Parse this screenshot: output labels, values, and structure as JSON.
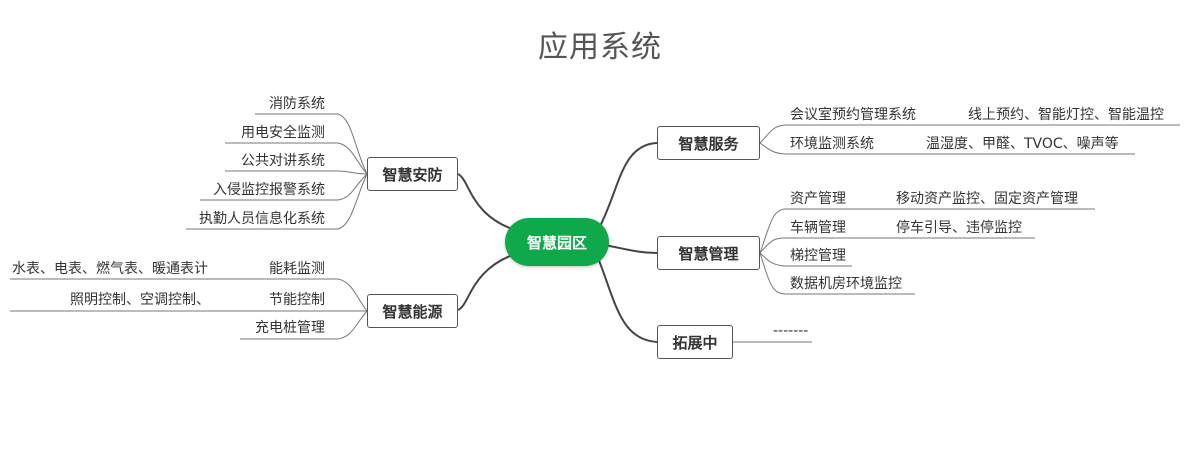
{
  "title": "应用系统",
  "center": "智慧园区",
  "left_branches": [
    {
      "label": "智慧安防",
      "items": [
        "消防系统",
        "用电安全监测",
        "公共对讲系统",
        "入侵监控报警系统",
        "执勤人员信息化系统"
      ]
    },
    {
      "label": "智慧能源",
      "items": [
        {
          "name": "能耗监测",
          "detail": "水表、电表、燃气表、暖通表计"
        },
        {
          "name": "节能控制",
          "detail": "照明控制、空调控制、"
        },
        {
          "name": "充电桩管理",
          "detail": ""
        }
      ]
    }
  ],
  "right_branches": [
    {
      "label": "智慧服务",
      "items": [
        {
          "name": "会议室预约管理系统",
          "detail": "线上预约、智能灯控、智能温控"
        },
        {
          "name": "环境监测系统",
          "detail": "温湿度、甲醛、TVOC、噪声等"
        }
      ]
    },
    {
      "label": "智慧管理",
      "items": [
        {
          "name": "资产管理",
          "detail": "移动资产监控、固定资产管理"
        },
        {
          "name": "车辆管理",
          "detail": "停车引导、违停监控"
        },
        {
          "name": "梯控管理",
          "detail": ""
        },
        {
          "name": "数据机房环境监控",
          "detail": ""
        }
      ]
    },
    {
      "label": "拓展中",
      "items": [
        {
          "name": "-------",
          "detail": ""
        }
      ]
    }
  ]
}
